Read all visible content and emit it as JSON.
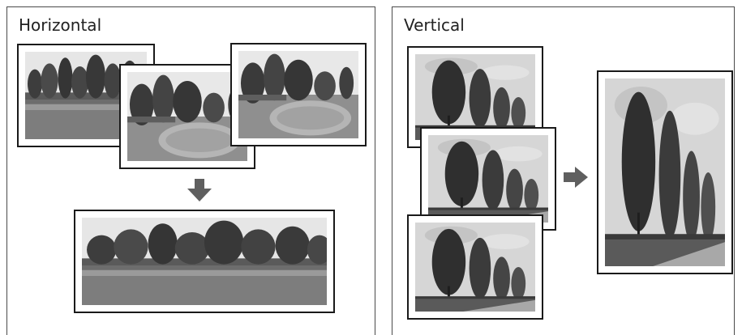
{
  "panels": {
    "horizontal": {
      "title": "Horizontal",
      "source_photos": [
        "landscape-left",
        "landscape-middle",
        "landscape-right"
      ],
      "result_photo": "panorama-horizontal"
    },
    "vertical": {
      "title": "Vertical",
      "source_photos": [
        "tree-top",
        "tree-middle",
        "tree-bottom"
      ],
      "result_photo": "panorama-vertical"
    }
  },
  "icons": {
    "down_arrow": "arrow-down-icon",
    "right_arrow": "arrow-right-icon"
  },
  "colors": {
    "frame": "#1a1a1a",
    "panel_border": "#4a4a4a",
    "arrow": "#5f5f5f",
    "sky": "#e4e4e4",
    "foliage": "#3d3d3d",
    "water": "#8d8d8d"
  }
}
